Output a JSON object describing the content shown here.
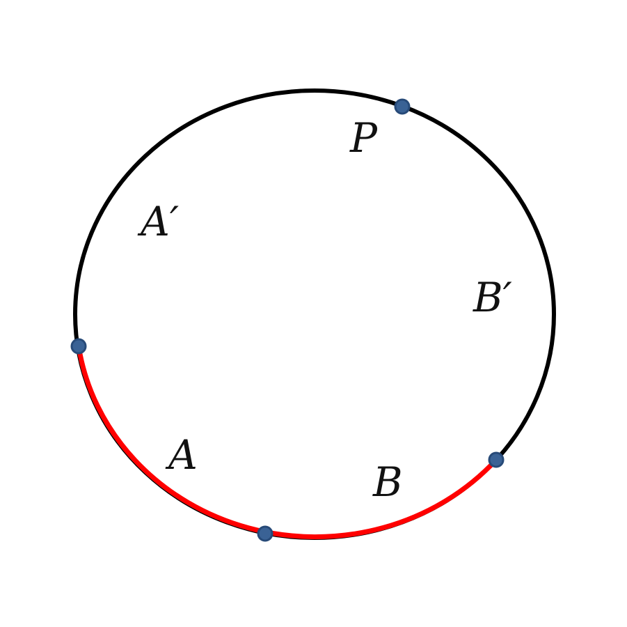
{
  "diagram": {
    "labels": {
      "p": "P",
      "a_prime": "A′",
      "b_prime": "B′",
      "a": "A",
      "b": "B"
    },
    "colors": {
      "circle": "#000000",
      "highlighted_arc": "#ff0000",
      "point_fill": "#3a6295",
      "point_stroke": "#274a78",
      "label": "#111111"
    }
  }
}
